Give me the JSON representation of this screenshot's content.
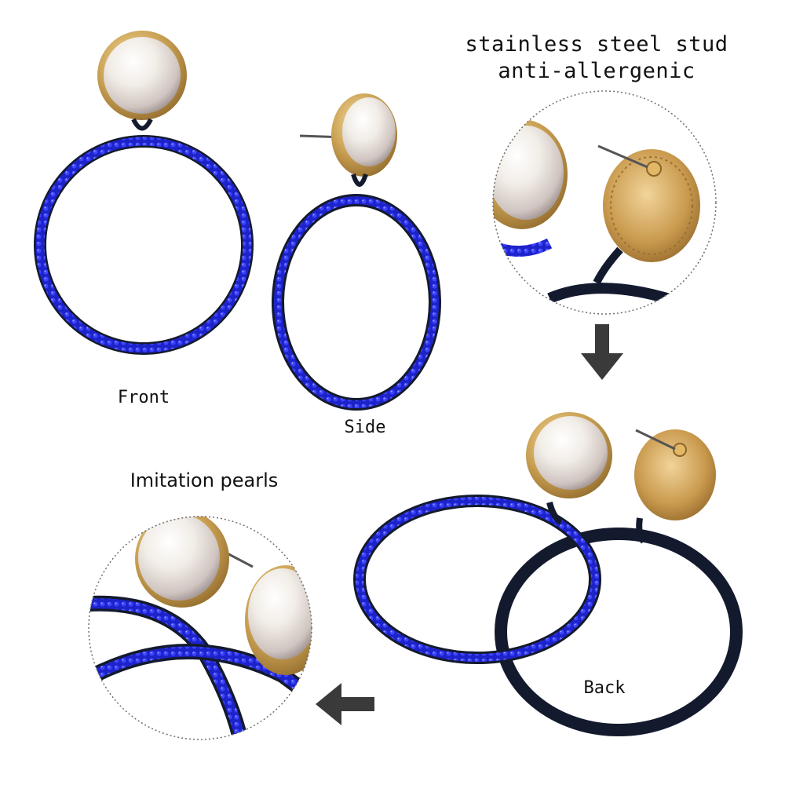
{
  "labels": {
    "stud_line1": "stainless steel stud",
    "stud_line2": "anti-allergenic",
    "front": "Front",
    "side": "Side",
    "imitation_pearls": "Imitation pearls",
    "back": "Back"
  },
  "colors": {
    "rhinestone_blue": "#1d22c9",
    "hoop_black": "#141a2e",
    "gold": "#c9a052",
    "pearl": "#f1ece6",
    "arrow_gray": "#3a3a3a",
    "dashed_circle": "#6e6e6e"
  },
  "icons": {
    "arrow_down": "arrow-down-icon",
    "arrow_left": "arrow-left-icon"
  }
}
